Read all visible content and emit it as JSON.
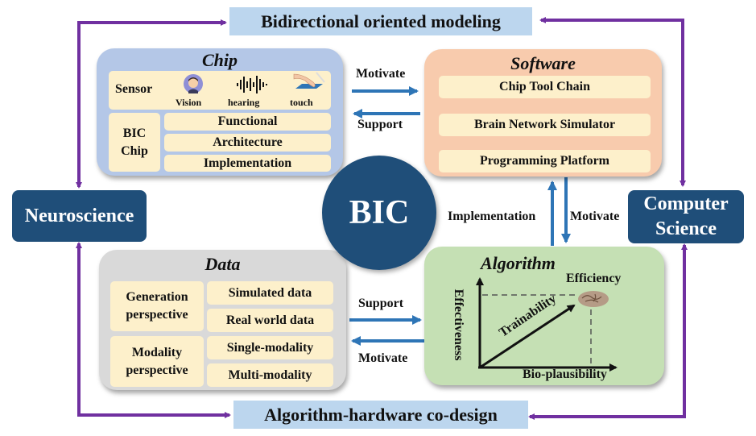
{
  "center": {
    "label": "BIC"
  },
  "top_banner": {
    "label": "Bidirectional oriented modeling"
  },
  "bottom_banner": {
    "label": "Algorithm-hardware co-design"
  },
  "side_nodes": {
    "left": {
      "label": "Neuroscience"
    },
    "right": {
      "line1": "Computer",
      "line2": "Science"
    }
  },
  "chip": {
    "title": "Chip",
    "sensor_label": "Sensor",
    "sensors": [
      {
        "icon": "face-icon",
        "label": "Vision"
      },
      {
        "icon": "soundwave-icon",
        "label": "hearing"
      },
      {
        "icon": "hand-touch-icon",
        "label": "touch"
      }
    ],
    "bic_chip_line1": "BIC",
    "bic_chip_line2": "Chip",
    "levels": [
      "Functional",
      "Architecture",
      "Implementation"
    ]
  },
  "software": {
    "title": "Software",
    "items": [
      "Chip Tool Chain",
      "Brain Network Simulator",
      "Programming Platform"
    ]
  },
  "data": {
    "title": "Data",
    "groups": [
      {
        "line1": "Generation",
        "line2": "perspective",
        "items": [
          "Simulated data",
          "Real world data"
        ]
      },
      {
        "line1": "Modality",
        "line2": "perspective",
        "items": [
          "Single-modality",
          "Multi-modality"
        ]
      }
    ]
  },
  "algorithm": {
    "title": "Algorithm",
    "y_axis": "Effectiveness",
    "x_axis": "Bio-plausibility",
    "diagonal": "Trainability",
    "target": "Efficiency",
    "target_icon": "brain-icon"
  },
  "edges": {
    "chip_to_software": "Motivate",
    "software_to_chip": "Support",
    "algorithm_to_software": "Implementation",
    "software_to_algorithm": "Motivate",
    "data_to_algorithm": "Support",
    "algorithm_to_data": "Motivate"
  },
  "colors": {
    "purple_connector": "#7030a0",
    "blue_arrow": "#2e75b6",
    "navy": "#1f4e79",
    "banner": "#bcd6ee",
    "chip_panel": "#b4c7e7",
    "software_panel": "#f8cbad",
    "data_panel": "#d9d9d9",
    "algorithm_panel": "#c5e0b4",
    "cell": "#fdf0cb"
  }
}
